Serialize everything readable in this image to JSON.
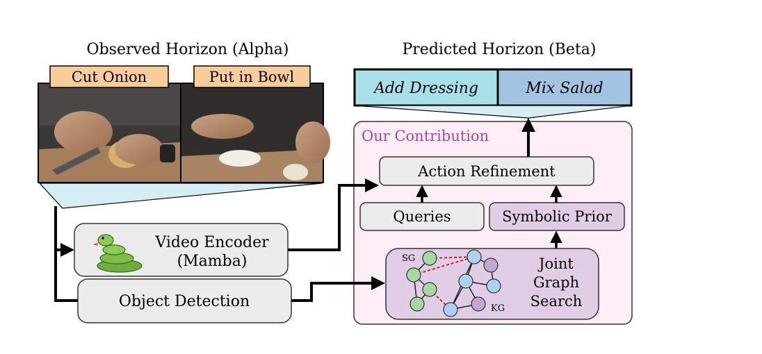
{
  "observed": {
    "title": "Observed Horizon (Alpha)",
    "actions": [
      "Cut Onion",
      "Put in Bowl"
    ]
  },
  "predicted": {
    "title": "Predicted Horizon (Beta)",
    "actions": [
      "Add Dressing",
      "Mix Salad"
    ]
  },
  "contribution": {
    "title": "Our Contribution",
    "action_refinement": "Action Refinement",
    "queries": "Queries",
    "symbolic_prior": "Symbolic Prior",
    "graph_search": [
      "Joint",
      "Graph",
      "Search"
    ],
    "sg_label": "SG",
    "kg_label": "KG"
  },
  "video_encoder": [
    "Video Encoder",
    "(Mamba)"
  ],
  "object_detection": "Object Detection",
  "colors": {
    "action_box": "#f8cd9a",
    "add_dressing": "#a8e0ea",
    "mix_salad": "#a3c3e2",
    "contribution_bg": "#fdeef6",
    "contribution_title": "#a24a9e",
    "purple_box": "#e1cde6",
    "gray_box": "#ececec",
    "sg_node": "#a7d9a2",
    "kg_node_blue": "#a9d3ee",
    "kg_node_purple": "#c3a7d3",
    "dashed_edge": "#cc2222"
  }
}
